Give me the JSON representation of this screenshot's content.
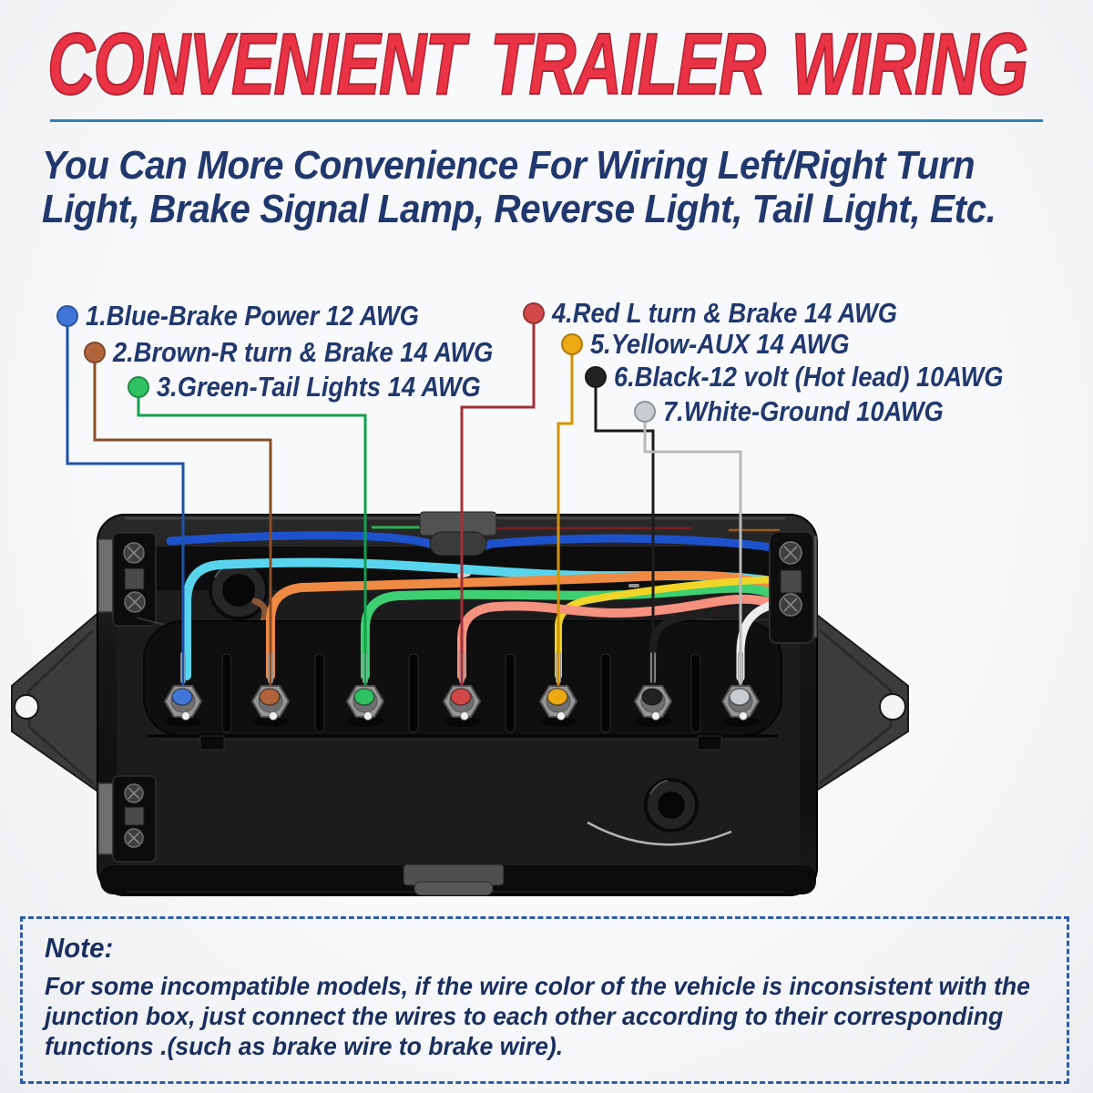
{
  "header": {
    "title": "CONVENIENT TRAILER WIRING",
    "title_color": "#ea3344",
    "divider_color": "#2f80bf",
    "subtitle_line1": "You Can More Convenience For Wiring Left/Right Turn",
    "subtitle_line2": "Light, Brake Signal Lamp, Reverse Light, Tail Light, Etc.",
    "subtitle_color": "#21386e"
  },
  "legend": {
    "items": [
      {
        "label": "1.Blue-Brake Power 12 AWG",
        "color": "#3f76d8",
        "wire": "blue"
      },
      {
        "label": "2.Brown-R turn & Brake 14 AWG",
        "color": "#b0643c",
        "wire": "brown"
      },
      {
        "label": "3.Green-Tail Lights 14 AWG",
        "color": "#2fc162",
        "wire": "green"
      },
      {
        "label": "4.Red L turn & Brake 14 AWG",
        "color": "#d24848",
        "wire": "red"
      },
      {
        "label": "5.Yellow-AUX 14 AWG",
        "color": "#eda913",
        "wire": "yellow"
      },
      {
        "label": "6.Black-12 volt (Hot lead) 10AWG",
        "color": "#222222",
        "wire": "black"
      },
      {
        "label": "7.White-Ground 10AWG",
        "color": "#c8cdd2",
        "wire": "white"
      }
    ]
  },
  "diagram": {
    "device": "7-way trailer wiring junction box",
    "terminal_order_left_to_right": [
      "blue",
      "brown",
      "green",
      "red",
      "yellow",
      "black",
      "white"
    ],
    "wire_colors": {
      "blue_cable": "#1e52cc",
      "cyan": "#58d5ec",
      "orange": "#ef8a44",
      "green": "#3ecf72",
      "pink": "#f4917f",
      "yellow": "#f0d428",
      "black": "#1f1f1f",
      "white": "#ececec"
    }
  },
  "note": {
    "heading": "Note:",
    "line1": "For some incompatible models, if the wire color of the vehicle is inconsistent with the",
    "line2": "junction box, just connect the wires to each other according to their corresponding",
    "line3": "functions .(such as brake wire to brake wire).",
    "border_color": "#2b5cad"
  }
}
